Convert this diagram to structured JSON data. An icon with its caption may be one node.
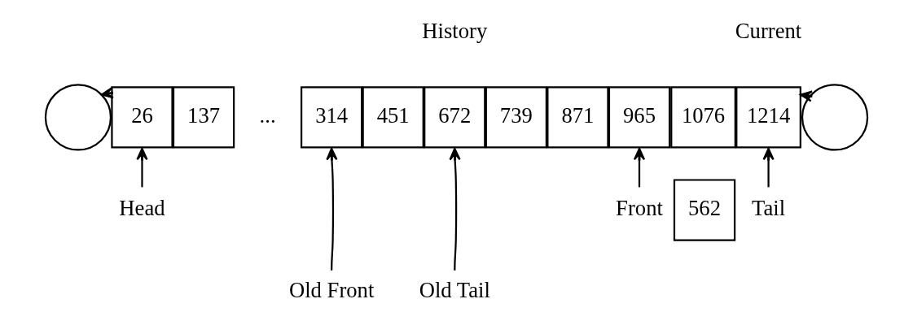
{
  "diagram": {
    "nodes": [
      {
        "text": [],
        "shape": "circle"
      },
      {
        "text": [
          "26"
        ]
      },
      {
        "text": [
          "137"
        ]
      },
      {
        "text": [
          "314"
        ]
      },
      {
        "text": [
          "451"
        ]
      },
      {
        "text": [
          "672"
        ]
      },
      {
        "text": [
          "739"
        ]
      },
      {
        "text": [
          "871"
        ]
      },
      {
        "text": [
          "965"
        ]
      },
      {
        "text": [
          "1076"
        ]
      },
      {
        "text": [
          "1214"
        ]
      },
      {
        "text": [],
        "shape": "circle"
      },
      {
        "text": [
          "562"
        ]
      },
      {
        "text": [
          "Head"
        ]
      },
      {
        "text": [
          "Old Front"
        ]
      },
      {
        "text": [
          "Old Tail"
        ]
      },
      {
        "text": [
          "Front"
        ]
      },
      {
        "text": [
          "Tail"
        ]
      }
    ],
    "edges": [
      {
        "from": 1,
        "to": 0,
        "arrow": "to"
      },
      {
        "from": 11,
        "to": 10,
        "arrow": "to"
      },
      {
        "from": 13,
        "to": 1,
        "arrow": "to"
      },
      {
        "from": 14,
        "to": 3,
        "arrow": "to"
      },
      {
        "from": 15,
        "to": 5,
        "arrow": "to"
      },
      {
        "from": 16,
        "to": 8,
        "arrow": "to"
      },
      {
        "from": 17,
        "to": 10,
        "arrow": "to"
      }
    ],
    "labels": [
      "History",
      "Current",
      "..."
    ]
  }
}
